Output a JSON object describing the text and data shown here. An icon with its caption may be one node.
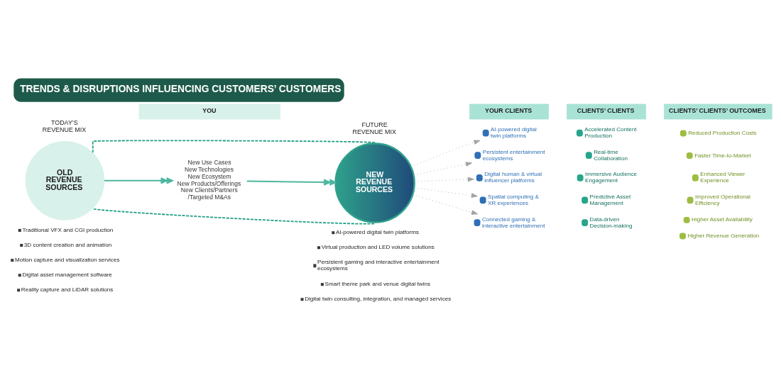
{
  "diagram": {
    "title": "TRENDS & DISRUPTIONS INFLUENCING CUSTOMERS’ CUSTOMERS",
    "nodes": [
      {
        "text": [
          "YOU"
        ]
      },
      {
        "text": [
          "YOUR CLIENTS"
        ]
      },
      {
        "text": [
          "CLIENTS’ CLIENTS"
        ]
      },
      {
        "text": [
          "CLIENTS’ CLIENTS’ OUTCOMES"
        ]
      },
      {
        "text": [
          "OLD REVENUE SOURCES"
        ],
        "beside": [
          "TODAY’S REVENUE MIX"
        ]
      },
      {
        "text": [
          "New Use Cases",
          "New Technologies",
          "New Ecosystem",
          "New Products/Offerings",
          "New Clients/Partners /Targeted M&As"
        ]
      },
      {
        "text": [
          "NEW REVENUE SOURCES"
        ],
        "beside": [
          "FUTURE REVENUE MIX"
        ]
      },
      {
        "text": [
          "AI-powered digital twin platforms"
        ]
      },
      {
        "text": [
          "Persistent entertainment ecosystems"
        ]
      },
      {
        "text": [
          "Digital human & virtual influencer platforms"
        ]
      },
      {
        "text": [
          "Spatial computing & XR experiences"
        ]
      },
      {
        "text": [
          "Connected gaming & interactive entertainment"
        ]
      },
      {
        "text": [
          "Accelerated Content Production"
        ]
      },
      {
        "text": [
          "Real-time Collaboration"
        ]
      },
      {
        "text": [
          "Immersive Audience Engagement"
        ]
      },
      {
        "text": [
          "Predictive Asset Management"
        ]
      },
      {
        "text": [
          "Data-driven Decision-making"
        ]
      },
      {
        "text": [
          "Reduced Production Costs"
        ]
      },
      {
        "text": [
          "Faster Time-to-Market"
        ]
      },
      {
        "text": [
          "Enhanced Viewer Experience"
        ]
      },
      {
        "text": [
          "Improved Operational Efficiency"
        ]
      },
      {
        "text": [
          "Higher Asset Availability"
        ]
      },
      {
        "text": [
          "Higher Revenue Generation"
        ]
      }
    ],
    "edges": [
      {
        "from": 4,
        "to": 5,
        "arrow": "to",
        "color": "#4db6a0"
      },
      {
        "from": 5,
        "to": 6,
        "arrow": "to",
        "color": "#4db6a0"
      },
      {
        "from": 4,
        "to": 6,
        "arrow": "none",
        "style": "dashed",
        "color": "#1f9e85"
      },
      {
        "from": 4,
        "to": 6,
        "arrow": "none",
        "style": "dashed",
        "color": "#1f9e85"
      },
      {
        "from": 6,
        "to": 7,
        "arrow": "to",
        "style": "dashed"
      },
      {
        "from": 6,
        "to": 8,
        "arrow": "to",
        "style": "dashed"
      },
      {
        "from": 6,
        "to": 9,
        "arrow": "to",
        "style": "dashed"
      },
      {
        "from": 6,
        "to": 10,
        "arrow": "to",
        "style": "dashed"
      },
      {
        "from": 6,
        "to": 11,
        "arrow": "to",
        "style": "dashed"
      }
    ],
    "labels": [
      "Traditional VFX and CGI production",
      "3D content creation and animation",
      "Motion capture and visualization services",
      "Digital asset management software",
      "Reality capture and LiDAR solutions",
      "AI-powered digital twin platforms",
      "Virtual production and LED volume solutions",
      "Persistent gaming and interactive entertainment ecosystems",
      "Smart theme park and venue digital twins",
      "Digital twin consulting, integration, and managed services"
    ]
  }
}
